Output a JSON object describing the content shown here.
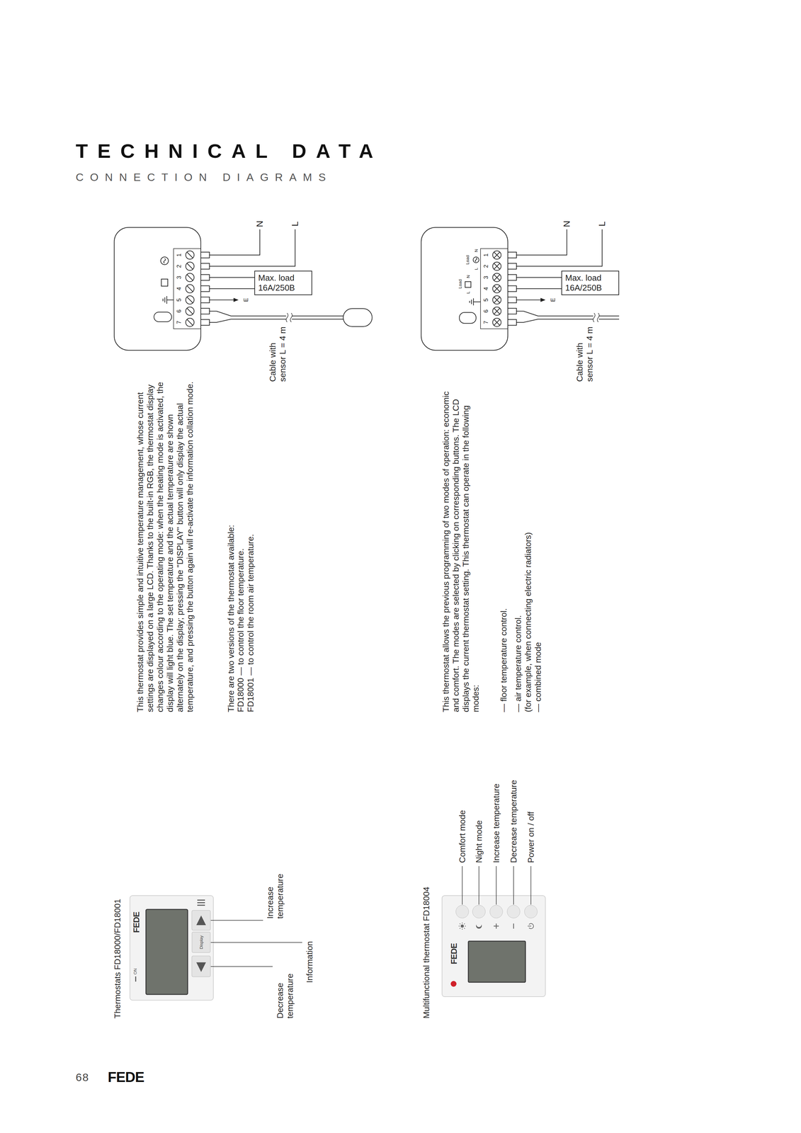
{
  "diagram": {
    "title": "TECHNICAL DATA",
    "nodes": [
      {
        "text": [
          "Display"
        ]
      },
      {
        "text": [
          "Max. load",
          "16A/250B"
        ]
      },
      {
        "text": [
          "Max. load",
          "16A/250B"
        ]
      }
    ],
    "labels": [
      "CONNECTION DIAGRAMS",
      "Thermostats FD18000/FD18001",
      "ON",
      "FEDE",
      "Decrease temperature",
      "Information",
      "Increase temperature",
      "This thermostat provides simple and intuitive temperature management, whose current settings are displayed on a large LCD. Thanks to the built-in RGB, the thermostat display changes colour according to the operating mode: when the heating mode is activated, the display will light blue. The set temperature and the actual temperature are shown alternately on the display; pressing the \"DISPLAY\" button will only display the actual temperature, and pressing the button again will re-activate the information collation mode.",
      "There are two versions of the thermostat available:",
      "FD18000 — to control the floor temperature.",
      "FD18001 — to control the room air temperature.",
      "1",
      "2",
      "3",
      "4",
      "5",
      "6",
      "7",
      "E",
      "N",
      "L",
      "Cable with sensor L = 4 m",
      "Multifunctional thermostat FD18004",
      "FEDE",
      "Comfort mode",
      "Night mode",
      "Increase temperature",
      "Decrease temperature",
      "Power on / off",
      "This thermostat allows the previous programming of two modes of operation: economic and comfort. The modes are selected by clicking on corresponding buttons. The LCD displays the current thermostat setting. This thermostat can operate in the following modes:",
      "— floor temperature control.",
      "— air temperature control.",
      "(for example, when connecting electric radiators)",
      "— combined mode",
      "1",
      "2",
      "3",
      "4",
      "5",
      "6",
      "7",
      "Load",
      "L",
      "N",
      "Load",
      "L",
      "N",
      "E",
      "N",
      "L",
      "Cable with sensor L = 4 m",
      "68",
      "FEDE"
    ]
  }
}
